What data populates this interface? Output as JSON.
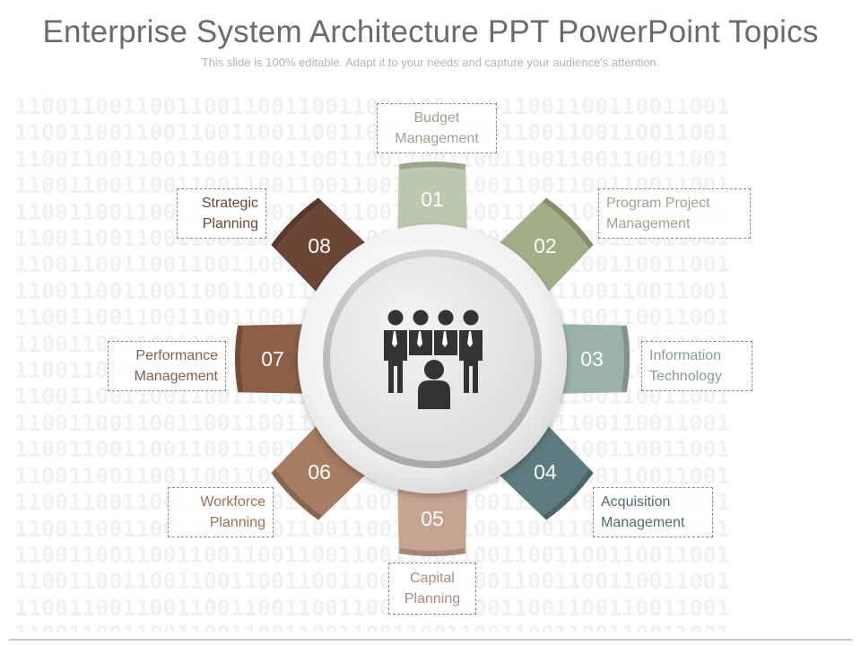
{
  "slide": {
    "title": "Enterprise System Architecture PPT PowerPoint Topics",
    "subtitle": "This slide is 100% editable. Adapt it to your needs and capture your audience's attention."
  },
  "background_pattern": "11001100110011001100110011001100110011001100110011001",
  "center": {
    "icon": "business-team-icon"
  },
  "segments": [
    {
      "number": "01",
      "label": "Budget\nManagement",
      "color": "#bcc8ae",
      "label_color": "#9aa78c"
    },
    {
      "number": "02",
      "label": "Program Project\nManagement",
      "color": "#a2ae87",
      "label_color": "#9aa78c"
    },
    {
      "number": "03",
      "label": "Information\nTechnology",
      "color": "#9bb2a8",
      "label_color": "#86a098"
    },
    {
      "number": "04",
      "label": "Acquisition\nManagement",
      "color": "#5c7c7f",
      "label_color": "#4f6d70"
    },
    {
      "number": "05",
      "label": "Capital\nPlanning",
      "color": "#c6a493",
      "label_color": "#b08a78"
    },
    {
      "number": "06",
      "label": "Workforce\nPlanning",
      "color": "#a67c63",
      "label_color": "#9c7156"
    },
    {
      "number": "07",
      "label": "Performance\nManagement",
      "color": "#8d5f48",
      "label_color": "#8a5f48"
    },
    {
      "number": "08",
      "label": "Strategic\nPlanning",
      "color": "#6b4636",
      "label_color": "#6b4636"
    }
  ]
}
